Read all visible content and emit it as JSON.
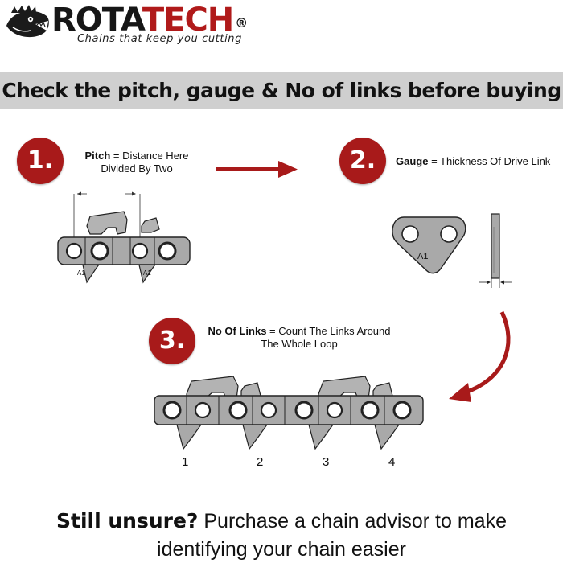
{
  "header": {
    "brand_left": "ROTA",
    "brand_right": "TECH",
    "registered_mark": "®",
    "tagline": "Chains that keep you cutting",
    "logo_icon": "fish-logo-icon"
  },
  "banner": {
    "text": "Check the pitch, gauge & No of links before buying"
  },
  "steps": [
    {
      "number": "1.",
      "term": "Pitch",
      "equals": " = Distance Here",
      "line2": "Divided By Two",
      "part_label": "A1"
    },
    {
      "number": "2.",
      "term": "Gauge",
      "equals": " = Thickness Of Drive Link",
      "part_label": "A1"
    },
    {
      "number": "3.",
      "term": "No Of Links",
      "equals": " = Count The Links Around",
      "line2": "The Whole Loop",
      "link_numbers": [
        "1",
        "2",
        "3",
        "4"
      ]
    }
  ],
  "footer": {
    "bold": "Still unsure?",
    "line1_rest": " Purchase a chain advisor to make",
    "line2": "identifying your chain easier"
  },
  "colors": {
    "brand_red": "#a81a1a",
    "banner_gray": "#cfcfcf",
    "metal_gray": "#a9a9a9",
    "text_dark": "#111111"
  }
}
